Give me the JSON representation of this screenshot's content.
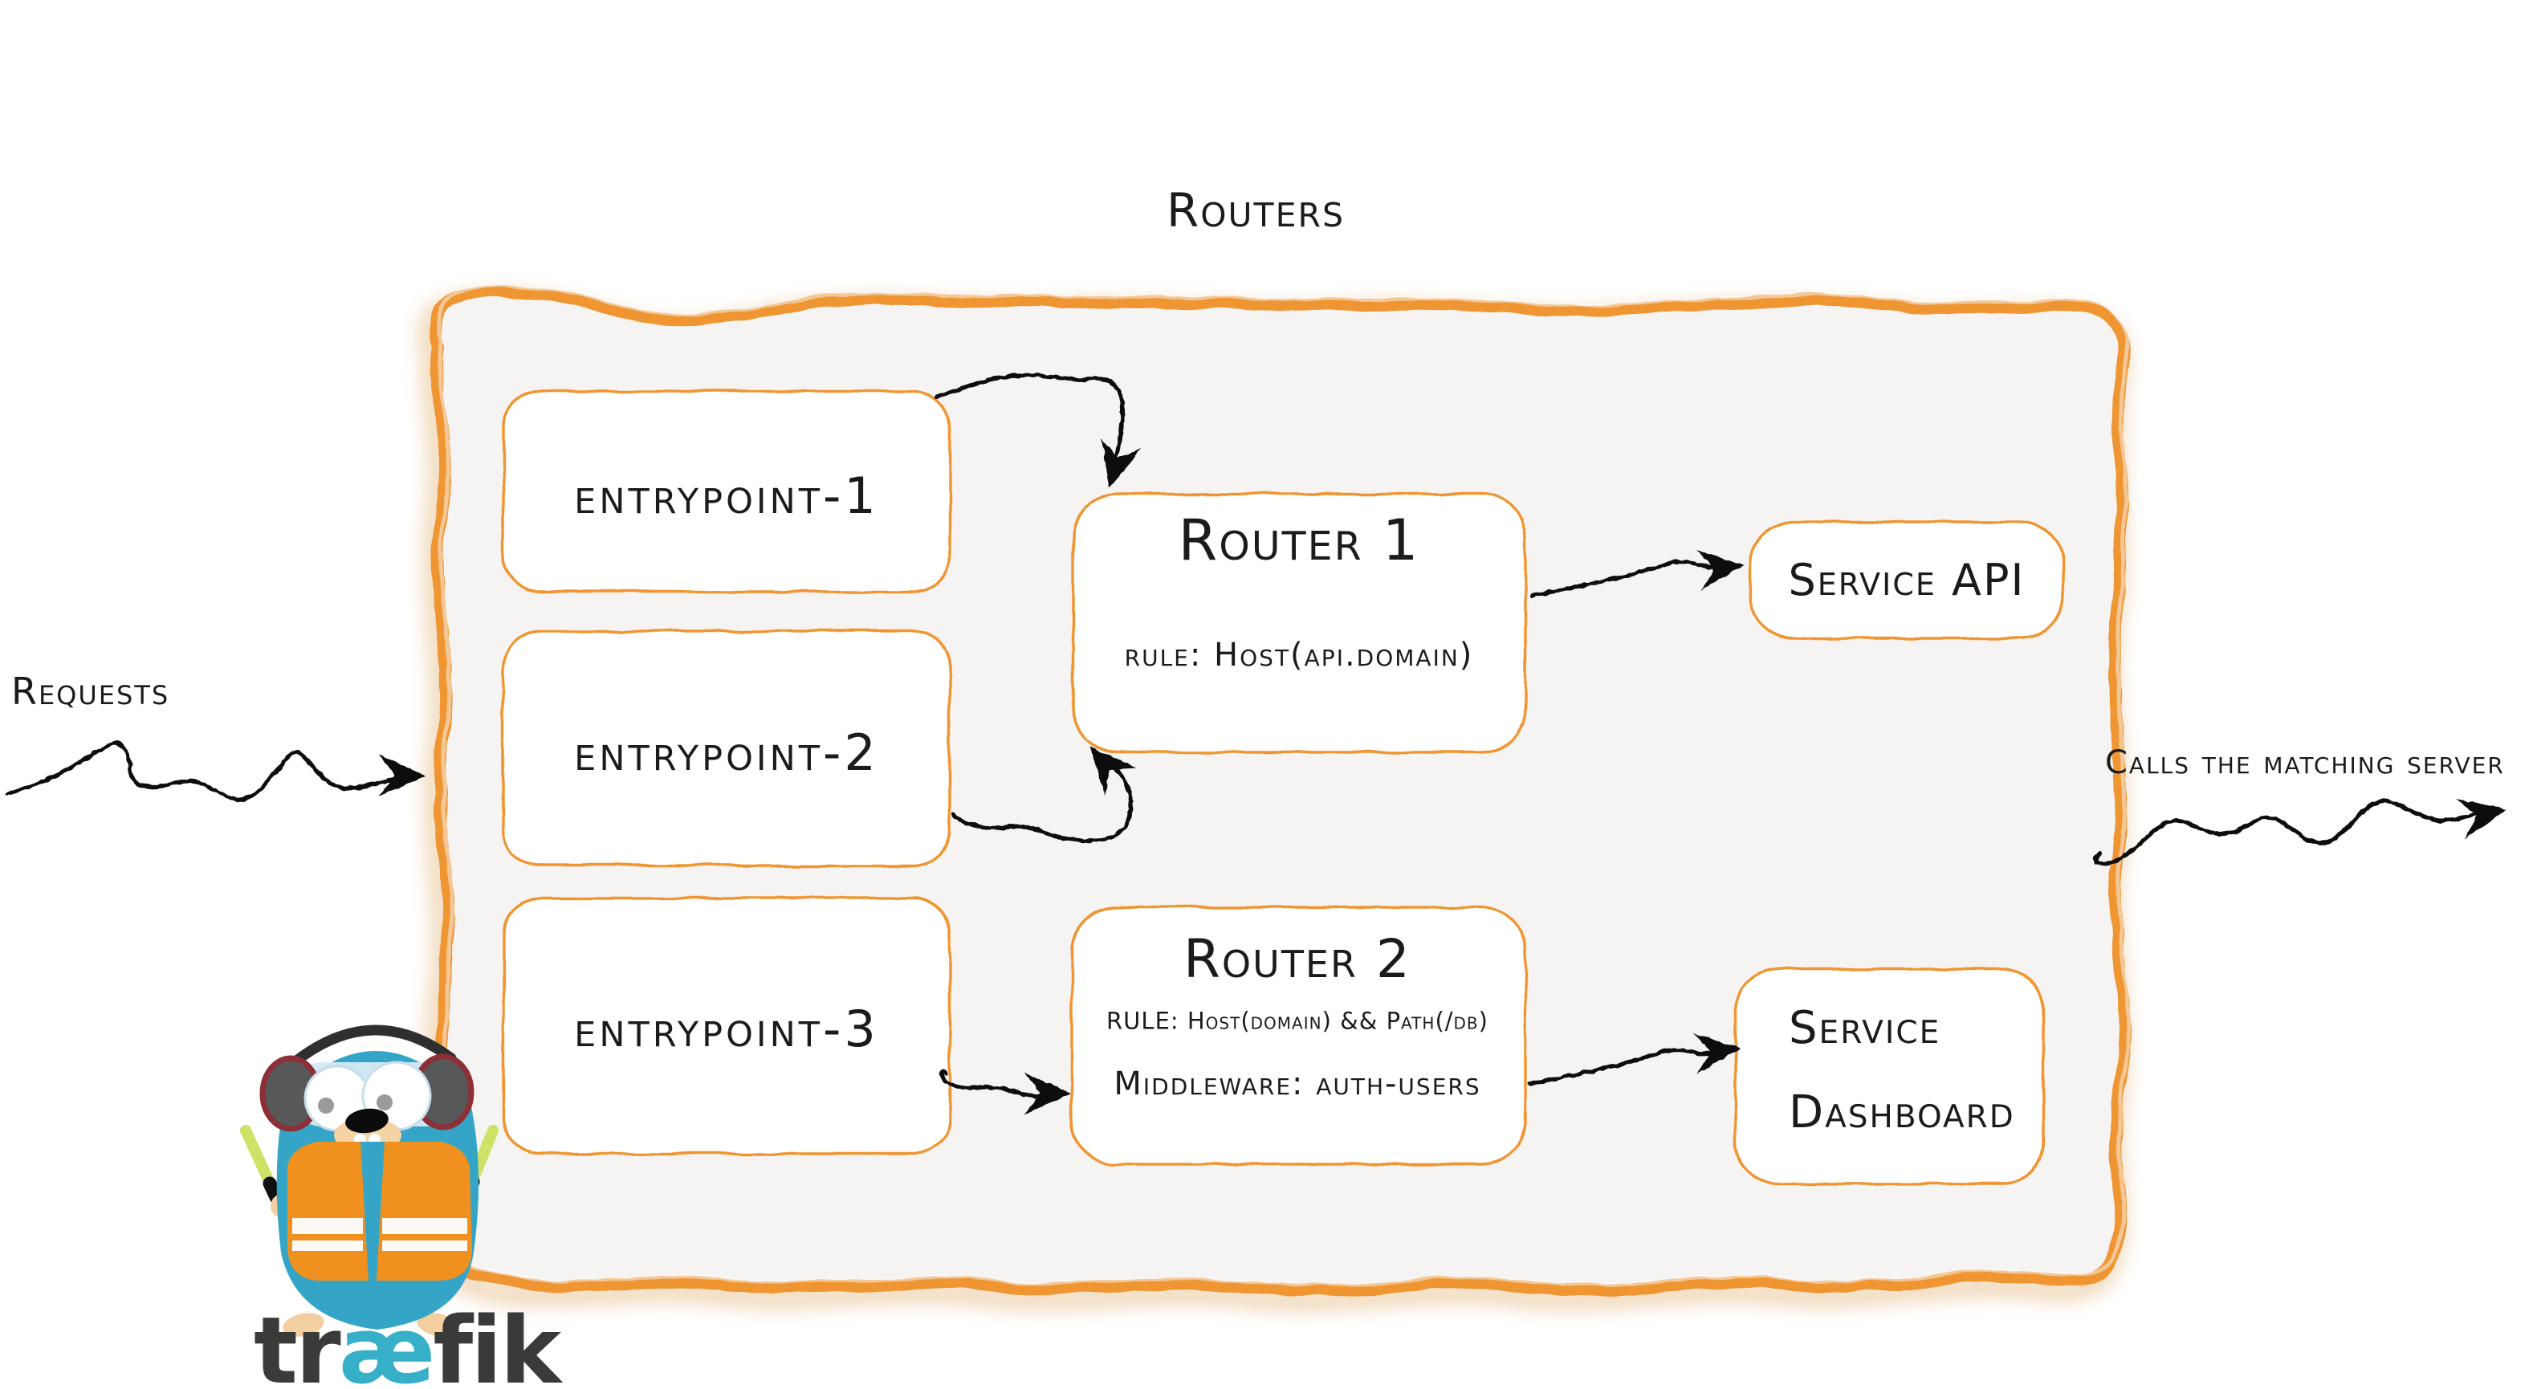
{
  "page": {
    "title": "Routers",
    "requests_label": "Requests",
    "calls_label": "Calls the matching server"
  },
  "entrypoints": [
    "entrypoint-1",
    "entrypoint-2",
    "entrypoint-3"
  ],
  "router1": {
    "name": "Router 1",
    "rule": "rule: Host(api.domain)"
  },
  "router2": {
    "name": "Router 2",
    "rule": "RULE: Host(domain) && Path(/db)",
    "middleware": "Middleware: auth-users"
  },
  "service_api": {
    "label": "Service API"
  },
  "service_dashboard": {
    "line1": "Service",
    "line2": "Dashboard"
  },
  "logo": {
    "tr": "tr",
    "ae": "æ",
    "fik": "fik"
  },
  "colors": {
    "accent_orange": "#ef9530",
    "container_fill": "#f5f4f3",
    "border_shadow_tan": "#e2b377",
    "ink": "#1b1b1b",
    "arrow_black": "#111111",
    "logo_teal": "#36b0c8",
    "logo_dark": "#3a3a39",
    "gopher_body_teal": "#35a5c7",
    "vest_orange": "#f0911f",
    "baton_green": "#cfe268",
    "skin_beige": "#f3cfa0"
  }
}
